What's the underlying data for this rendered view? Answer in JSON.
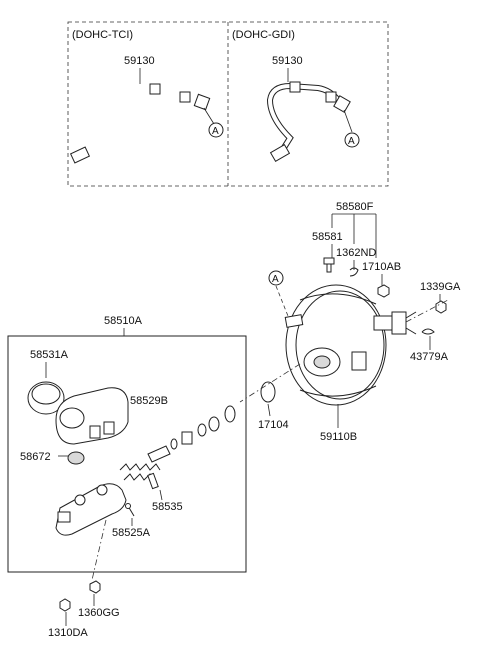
{
  "variants": {
    "left": "(DOHC-TCI)",
    "right": "(DOHC-GDI)"
  },
  "hose_left_label": "59130",
  "hose_right_label": "59130",
  "ref_marker": "A",
  "labels": {
    "p58580F": "58580F",
    "p58581": "58581",
    "p1362ND": "1362ND",
    "p1710AB": "1710AB",
    "p1339GA": "1339GA",
    "p43779A": "43779A",
    "p58510A": "58510A",
    "p58531A": "58531A",
    "p58529B": "58529B",
    "p58672": "58672",
    "p17104": "17104",
    "p59110B": "59110B",
    "p58535": "58535",
    "p58525A": "58525A",
    "p1360GG": "1360GG",
    "p1310DA": "1310DA"
  }
}
